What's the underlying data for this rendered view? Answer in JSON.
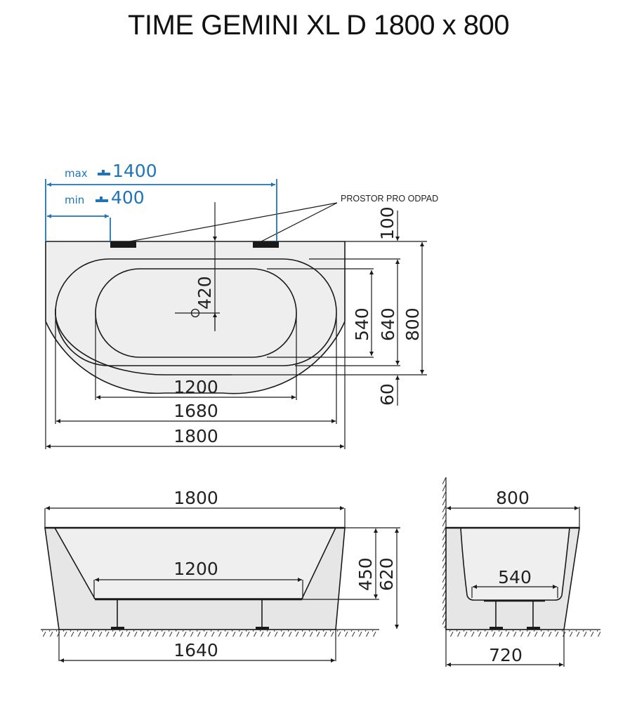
{
  "title": "TIME GEMINI XL D 1800 x 800",
  "colors": {
    "line": "#1a1a1a",
    "fill": "#eeeeee",
    "accent_blue": "#1f73b7"
  },
  "icons": {
    "faucet": "faucet-icon",
    "drain": "drain-symbol-icon",
    "arrow": "dimension-arrow-icon",
    "wall": "wall-hatch-icon",
    "floor": "floor-hatch-icon"
  },
  "top_view": {
    "faucet_max_label": "max",
    "faucet_max_value": "1400",
    "faucet_min_label": "min",
    "faucet_min_value": "400",
    "waste_space_label": "PROSTOR PRO ODPAD",
    "drain_offset": "420",
    "dim_top_offset": "100",
    "dim_inner_width": "540",
    "dim_mid_width": "640",
    "dim_overall_width": "800",
    "dim_bottom_offset": "60",
    "dim_inner_length": "1200",
    "dim_mid_length": "1680",
    "dim_overall_length": "1800"
  },
  "side_view": {
    "dim_overall_length": "1800",
    "dim_bottom_length": "1200",
    "dim_depth": "450",
    "dim_height": "620",
    "dim_base_length": "1640"
  },
  "end_view": {
    "dim_overall_width": "800",
    "dim_bottom_width": "540",
    "dim_base_width": "720"
  }
}
